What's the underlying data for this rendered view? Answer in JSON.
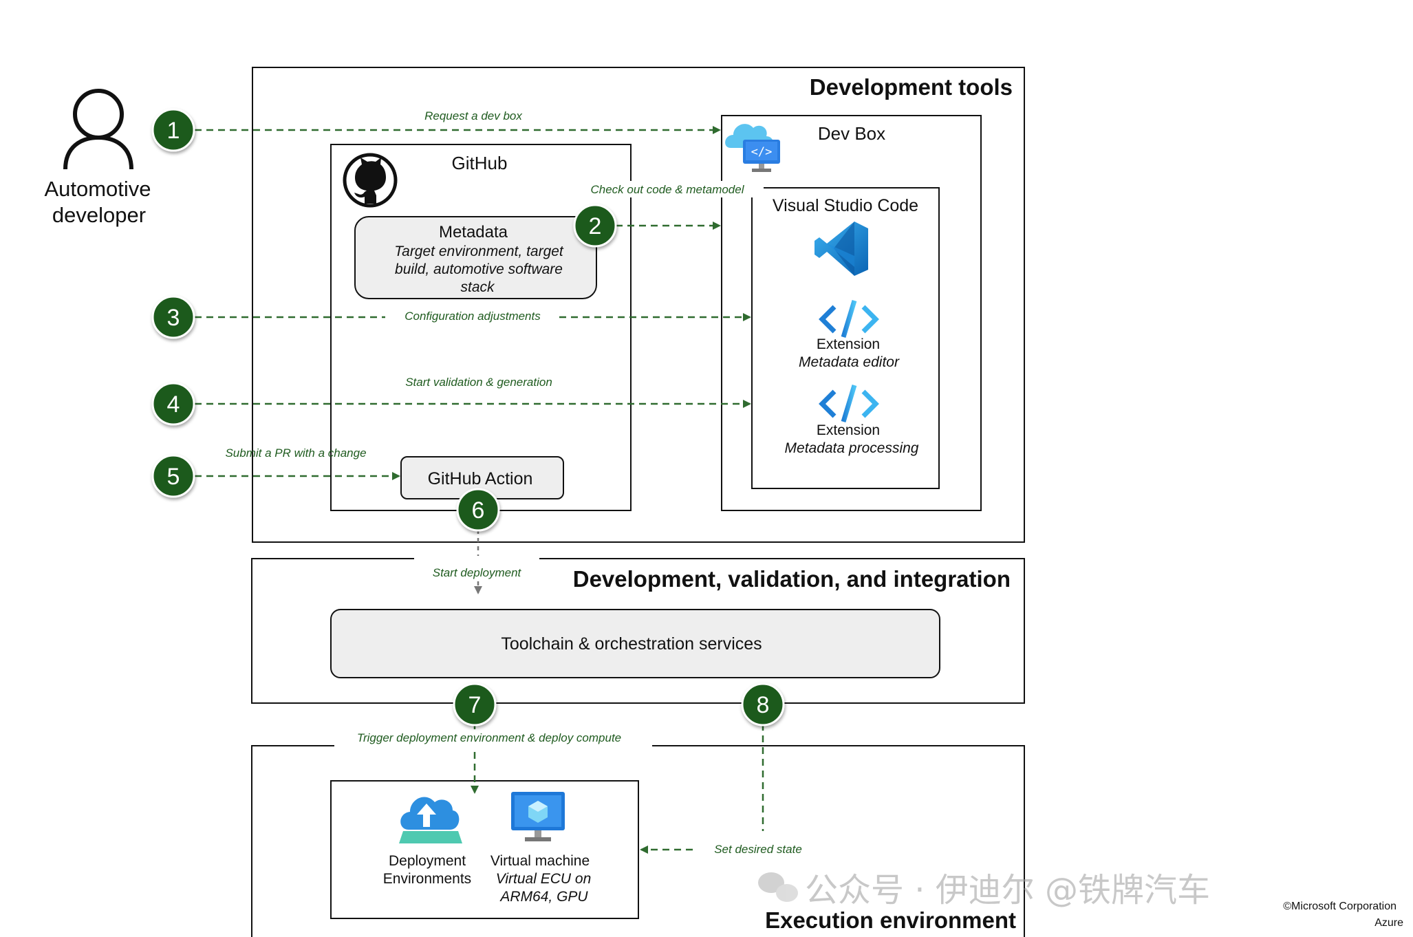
{
  "actor": {
    "line1": "Automotive",
    "line2": "developer",
    "icon": "person-icon"
  },
  "sections": {
    "dev_tools": "Development tools",
    "dvi": "Development, validation, and integration",
    "exec": "Execution environment"
  },
  "github": {
    "title": "GitHub",
    "icon": "github-icon",
    "metadata_title": "Metadata",
    "metadata_line1": "Target environment, target",
    "metadata_line2": "build, automotive software",
    "metadata_line3": "stack",
    "action_label": "GitHub Action"
  },
  "devbox": {
    "title": "Dev Box",
    "icon": "cloud-devbox-icon",
    "vscode_title": "Visual Studio Code",
    "vscode_icon": "vscode-icon",
    "ext1_title": "Extension",
    "ext1_sub": "Metadata editor",
    "ext2_title": "Extension",
    "ext2_sub": "Metadata processing",
    "ext_icon": "code-brackets-icon"
  },
  "toolchain": "Toolchain & orchestration services",
  "exec_env": {
    "deploy_line1": "Deployment",
    "deploy_line2": "Environments",
    "deploy_icon": "cloud-upload-icon",
    "vm_line1": "Virtual machine",
    "vm_line2": "Virtual ECU on",
    "vm_line3": "ARM64, GPU",
    "vm_icon": "virtual-machine-icon"
  },
  "steps": [
    {
      "num": "1",
      "label": "Request a dev box"
    },
    {
      "num": "2",
      "label": "Check out code & metamodel"
    },
    {
      "num": "3",
      "label": "Configuration adjustments"
    },
    {
      "num": "4",
      "label": "Start validation & generation"
    },
    {
      "num": "5",
      "label": "Submit a PR with a change"
    },
    {
      "num": "6",
      "label": "Start deployment"
    },
    {
      "num": "7",
      "label": "Trigger deployment environment & deploy compute"
    },
    {
      "num": "8",
      "label": "Set desired state"
    }
  ],
  "colors": {
    "step_fill": "#1e5a1e",
    "arrow": "#2f6b2f",
    "box_fill": "#eeeeee"
  },
  "watermark": {
    "cn": "公众号 · 伊迪尔 @铁牌汽车",
    "credit1": "©Microsoft Corporation",
    "credit2": "Azure"
  }
}
